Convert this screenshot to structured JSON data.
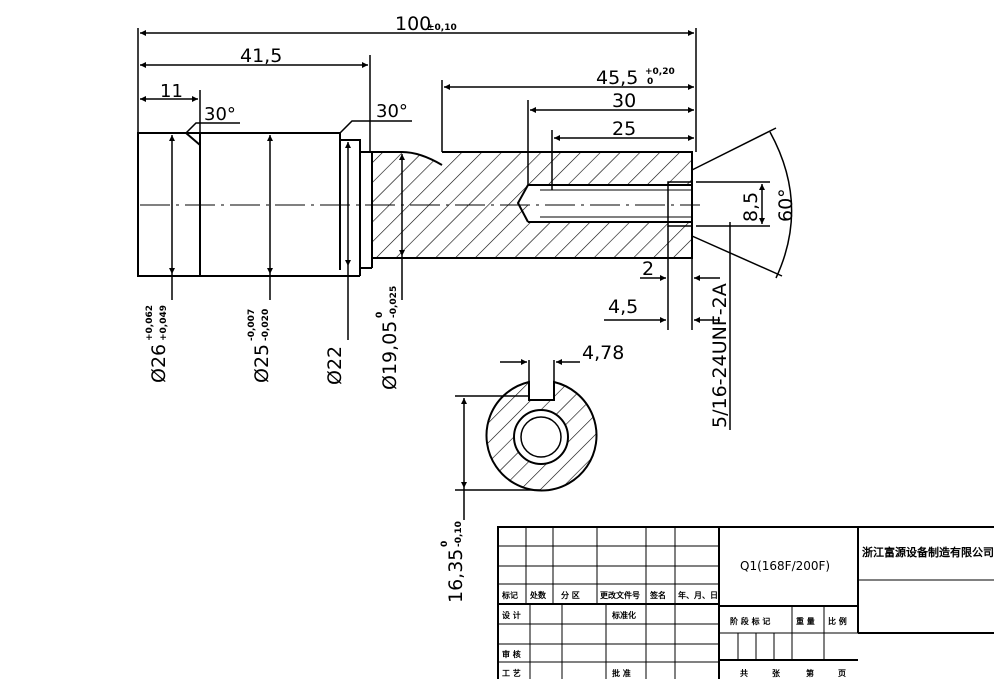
{
  "dimensions": {
    "overall_main": "100",
    "overall_tol": "±0,10",
    "len_41_5": "41,5",
    "len_11": "11",
    "angle_left": "30°",
    "angle_mid": "30°",
    "len_45_5": "45,5",
    "len_45_5_tol_up": "+0,20",
    "len_45_5_tol_low": "0",
    "len_30": "30",
    "len_25": "25",
    "dia_8_5": "8,5",
    "angle_60": "60°",
    "len_2": "2",
    "len_4_5": "4,5",
    "thread": "5/16-24UNF-2A",
    "dia_26": "Ø26",
    "dia_26_tol_up": "+0,062",
    "dia_26_tol_low": "+0,049",
    "dia_25": "Ø25",
    "dia_25_tol_up": "-0,007",
    "dia_25_tol_low": "-0,020",
    "dia_22": "Ø22",
    "dia_19_05": "Ø19,05",
    "dia_19_05_tol_up": "0",
    "dia_19_05_tol_low": "-0,025",
    "width_4_78": "4,78",
    "depth_16_35": "16,35",
    "depth_16_35_tol_up": "0",
    "depth_16_35_tol_low": "-0,10"
  },
  "title_block": {
    "part_name": "Q1(168F/200F)",
    "company": "浙江富源设备制造有限公司",
    "revision_headers": [
      "标记",
      "处数",
      "分 区",
      "更改文件号",
      "签名",
      "年、月、日"
    ],
    "design": "设 计",
    "standardization": "标准化",
    "check": "审 核",
    "process": "工 艺",
    "approve": "批 准",
    "stage_mark": "阶 段 标 记",
    "weight": "重 量",
    "scale": "比 例",
    "total": "共",
    "sheets": "张",
    "page_no": "第",
    "page": "页"
  },
  "colors": {
    "line": "#000000",
    "background": "#ffffff"
  }
}
